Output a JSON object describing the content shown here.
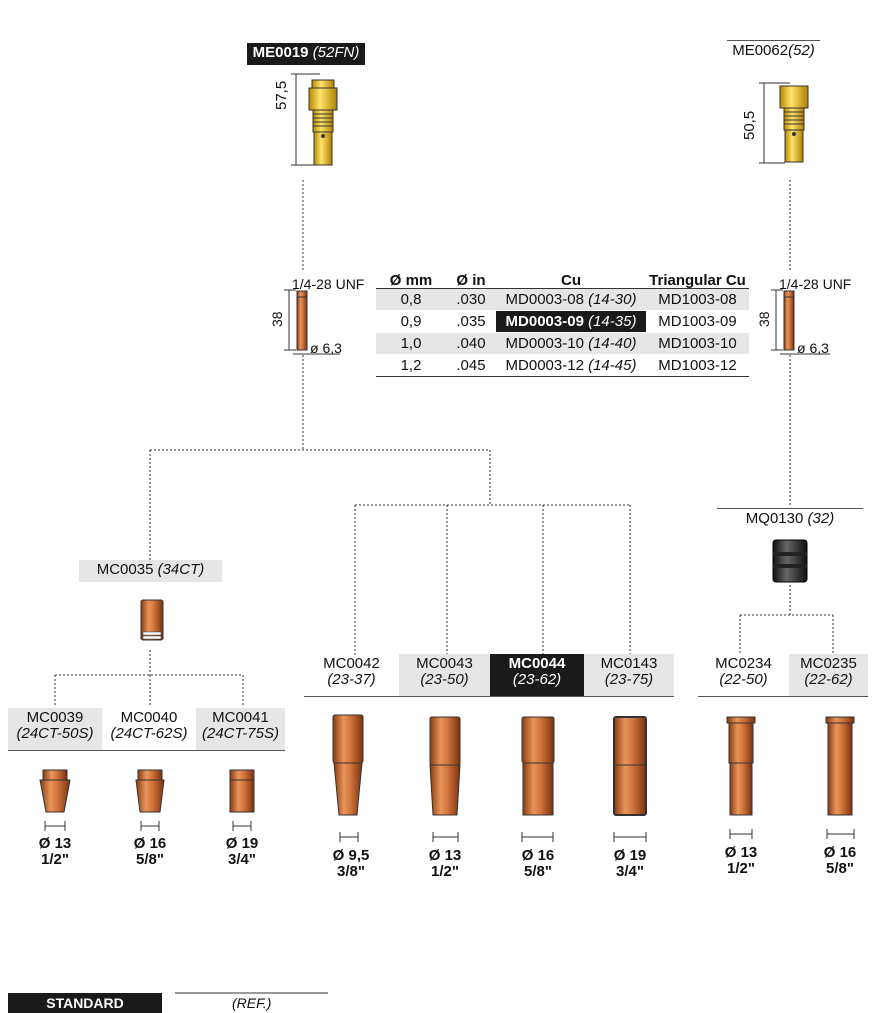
{
  "top_left": {
    "code": "ME0019",
    "ref": "(52FN)",
    "length": "57,5"
  },
  "top_right": {
    "code": "ME0062",
    "ref": "(52)",
    "length": "50,5"
  },
  "tip_left": {
    "thread": "1/4-28 UNF",
    "length": "38",
    "diameter": "ø 6,3"
  },
  "tip_right": {
    "thread": "1/4-28 UNF",
    "length": "38",
    "diameter": "ø 6,3"
  },
  "table": {
    "headers": [
      "Ø mm",
      "Ø in",
      "Cu",
      "Triangular Cu"
    ],
    "rows": [
      {
        "mm": "0,8",
        "in": ".030",
        "cu": "MD0003-08",
        "cu_ref": "(14-30)",
        "tri": "MD1003-08"
      },
      {
        "mm": "0,9",
        "in": ".035",
        "cu": "MD0003-09",
        "cu_ref": "(14-35)",
        "tri": "MD1003-09"
      },
      {
        "mm": "1,0",
        "in": ".040",
        "cu": "MD0003-10",
        "cu_ref": "(14-40)",
        "tri": "MD1003-10"
      },
      {
        "mm": "1,2",
        "in": ".045",
        "cu": "MD0003-12",
        "cu_ref": "(14-45)",
        "tri": "MD1003-12"
      }
    ]
  },
  "mc0035": {
    "code": "MC0035",
    "ref": "(34CT)"
  },
  "mq0130": {
    "code": "MQ0130",
    "ref": "(32)"
  },
  "left_nozzles": [
    {
      "code": "MC0039",
      "ref": "(24CT-50S)",
      "dia": "Ø 13",
      "inch": "1/2\""
    },
    {
      "code": "MC0040",
      "ref": "(24CT-62S)",
      "dia": "Ø 16",
      "inch": "5/8\""
    },
    {
      "code": "MC0041",
      "ref": "(24CT-75S)",
      "dia": "Ø 19",
      "inch": "3/4\""
    }
  ],
  "mid_nozzles": [
    {
      "code": "MC0042",
      "ref": "(23-37)",
      "dia": "Ø 9,5",
      "inch": "3/8\""
    },
    {
      "code": "MC0043",
      "ref": "(23-50)",
      "dia": "Ø 13",
      "inch": "1/2\""
    },
    {
      "code": "MC0044",
      "ref": "(23-62)",
      "dia": "Ø 16",
      "inch": "5/8\""
    },
    {
      "code": "MC0143",
      "ref": "(23-75)",
      "dia": "Ø 19",
      "inch": "3/4\""
    }
  ],
  "right_nozzles": [
    {
      "code": "MC0234",
      "ref": "(22-50)",
      "dia": "Ø 13",
      "inch": "1/2\""
    },
    {
      "code": "MC0235",
      "ref": "(22-62)",
      "dia": "Ø 16",
      "inch": "5/8\""
    }
  ],
  "legend": {
    "standard": "STANDARD",
    "ref": "(REF.)"
  },
  "colors": {
    "copper": "#c8652e",
    "brass": "#f0c419",
    "black": "#1a1a1a",
    "grey": "#e6e6e6"
  }
}
